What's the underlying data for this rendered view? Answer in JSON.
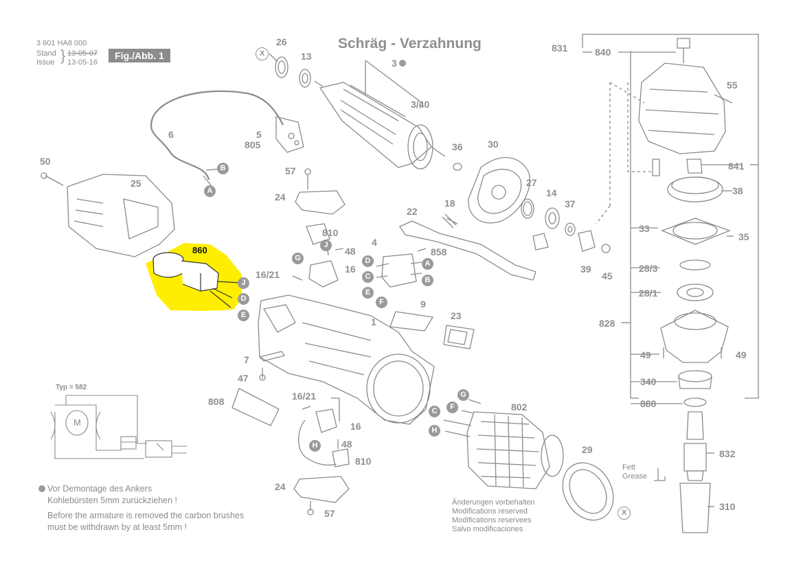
{
  "header": {
    "doc_number": "3 601 HA8 000",
    "stand_label": "Stand",
    "issue_label": "Issue",
    "stand_date": "13-05-07",
    "issue_date": "13-05-16",
    "figure": "Fig./Abb. 1"
  },
  "title": "Schräg - Verzahnung",
  "highlight": {
    "part": "860",
    "color": "#ffee00"
  },
  "parts": {
    "p831": "831",
    "p840": "840",
    "p26": "26",
    "p13": "13",
    "p3": "3",
    "p3_40": "3/40",
    "p55": "55",
    "p6": "6",
    "p5": "5",
    "p805": "805",
    "p36": "36",
    "p30": "30",
    "p841": "841",
    "p50": "50",
    "p25": "25",
    "p57a": "57",
    "p24a": "24",
    "p27": "27",
    "p14": "14",
    "p38": "38",
    "p22": "22",
    "p18": "18",
    "p37": "37",
    "p810a": "810",
    "p33": "33",
    "p35": "35",
    "p48a": "48",
    "p4": "4",
    "p858": "858",
    "p39": "39",
    "p45": "45",
    "p28_3": "28/3",
    "p16_21a": "16/21",
    "p16a": "16",
    "p28_1": "28/1",
    "p9": "9",
    "p1": "1",
    "p23": "23",
    "p828": "828",
    "p7": "7",
    "p49a": "49",
    "p49b": "49",
    "p47": "47",
    "p340": "340",
    "p808": "808",
    "p16_21b": "16/21",
    "p802": "802",
    "p880": "880",
    "p16b": "16",
    "p48b": "48",
    "p832": "832",
    "p810b": "810",
    "p29": "29",
    "p24b": "24",
    "p57b": "57",
    "p310": "310"
  },
  "badges": {
    "b_b1": "B",
    "b_a1": "A",
    "b_j1": "J",
    "b_d1": "D",
    "b_e1": "E",
    "b_g1": "G",
    "b_j2": "J",
    "b_d2": "D",
    "b_c2": "C",
    "b_e2": "E",
    "b_a2": "A",
    "b_b2": "B",
    "b_f2": "F",
    "b_g3": "G",
    "b_c3": "C",
    "b_f3": "F",
    "b_h3": "H",
    "b_h4": "H",
    "x1": "X",
    "x2": "X"
  },
  "circuit": {
    "type_label": "Typ = 582",
    "motor_label": "M"
  },
  "fett": {
    "line1": "Fett",
    "line2": "Grease"
  },
  "notes": {
    "de_line1": "Vor Demontage des Ankers",
    "de_line2": "Kohlebürsten 5mm zurückziehen !",
    "en_line1": "Before the armature is removed the carbon brushes",
    "en_line2": "must be withdrawn by at least 5mm !"
  },
  "modifications": {
    "de": "Änderungen vorbehalten",
    "en": "Modifications reserved",
    "fr": "Modifications reservees",
    "es": "Salvo modificaciones"
  }
}
